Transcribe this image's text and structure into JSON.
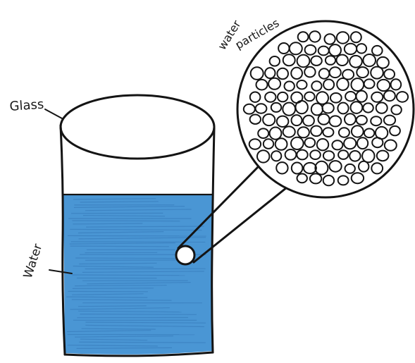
{
  "labels": {
    "glass": "Glass",
    "water": "Water",
    "particles_line1": "water",
    "particles_line2": "particles"
  },
  "colors": {
    "ink": "#141414",
    "water_fill": "#4a96d4",
    "water_dark": "#2f6fb0",
    "background": "#ffffff"
  }
}
